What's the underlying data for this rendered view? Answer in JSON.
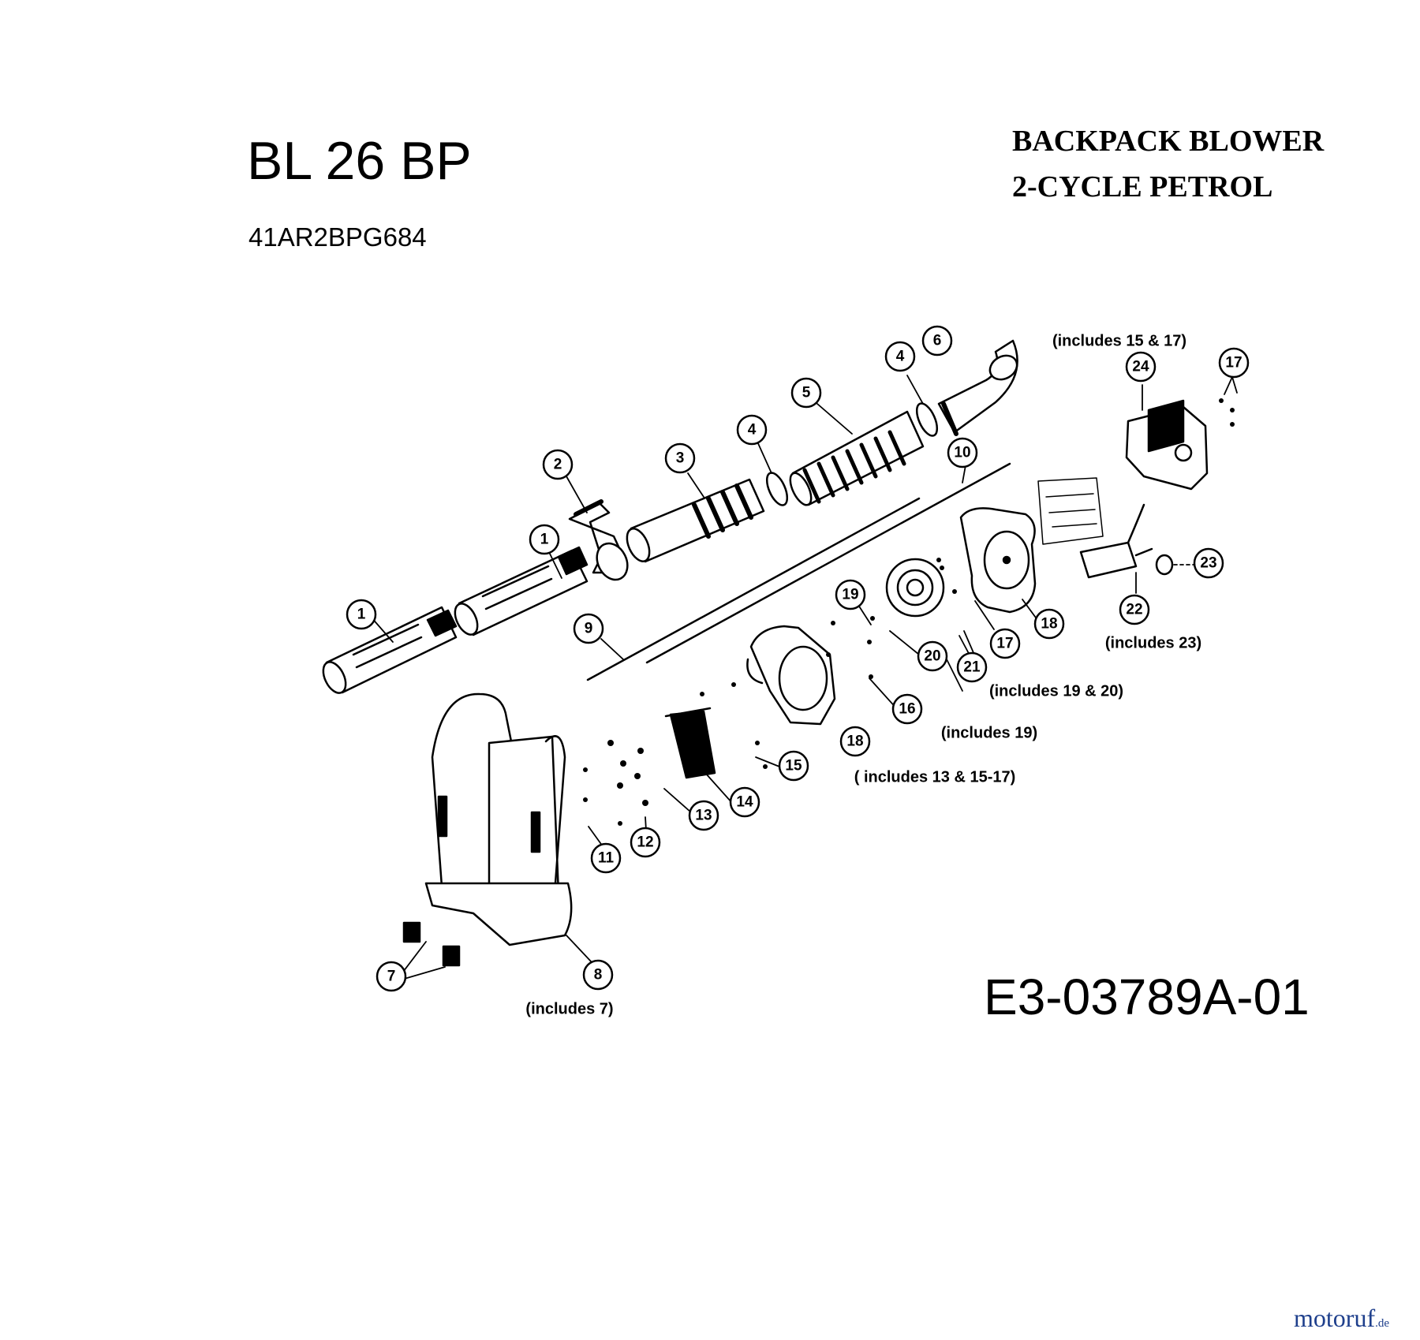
{
  "header": {
    "model": "BL 26 BP",
    "part_number": "41AR2BPG684",
    "description_line1": "BACKPACK BLOWER",
    "description_line2": "2-CYCLE PETROL"
  },
  "footer": {
    "reference": "E3-03789A-01",
    "logo_main": "motoruf",
    "logo_tld": ".de"
  },
  "callouts": [
    {
      "key": "c1a",
      "label": "1"
    },
    {
      "key": "c1b",
      "label": "1"
    },
    {
      "key": "c2",
      "label": "2"
    },
    {
      "key": "c3",
      "label": "3"
    },
    {
      "key": "c4a",
      "label": "4"
    },
    {
      "key": "c4b",
      "label": "4"
    },
    {
      "key": "c5",
      "label": "5"
    },
    {
      "key": "c6",
      "label": "6"
    },
    {
      "key": "c7",
      "label": "7"
    },
    {
      "key": "c8",
      "label": "8"
    },
    {
      "key": "c9",
      "label": "9"
    },
    {
      "key": "c10",
      "label": "10"
    },
    {
      "key": "c11",
      "label": "11"
    },
    {
      "key": "c12",
      "label": "12"
    },
    {
      "key": "c13",
      "label": "13"
    },
    {
      "key": "c14",
      "label": "14"
    },
    {
      "key": "c15",
      "label": "15"
    },
    {
      "key": "c16",
      "label": "16"
    },
    {
      "key": "c17a",
      "label": "17"
    },
    {
      "key": "c17b",
      "label": "17"
    },
    {
      "key": "c18a",
      "label": "18"
    },
    {
      "key": "c18b",
      "label": "18"
    },
    {
      "key": "c19",
      "label": "19"
    },
    {
      "key": "c20",
      "label": "20"
    },
    {
      "key": "c21",
      "label": "21"
    },
    {
      "key": "c22",
      "label": "22"
    },
    {
      "key": "c23",
      "label": "23"
    },
    {
      "key": "c24",
      "label": "24"
    }
  ],
  "notes": {
    "n24": "(includes 15 & 17)",
    "n22": "(includes 23)",
    "n21": "(includes 19 & 20)",
    "n20": "(includes 19)",
    "n18": "( includes 13 & 15-17)",
    "n8": "(includes 7)"
  },
  "colors": {
    "ink": "#000000",
    "logo": "#1e3f8c",
    "background": "#ffffff"
  }
}
